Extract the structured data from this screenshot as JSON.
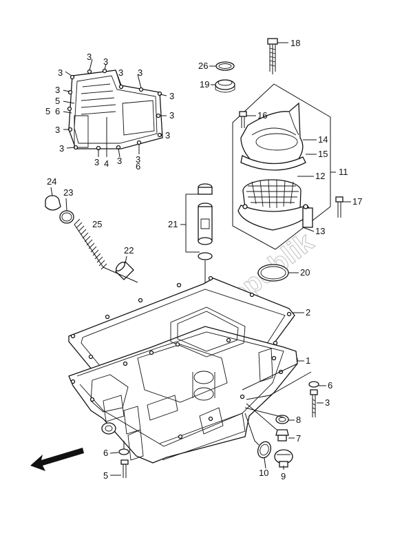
{
  "watermark": "PartsRepublik",
  "callouts": {
    "n1": "1",
    "n2": "2",
    "n3": "3",
    "n4": "4",
    "n5": "5",
    "n6": "6",
    "n7": "7",
    "n8": "8",
    "n9": "9",
    "n10": "10",
    "n11": "11",
    "n12": "12",
    "n13": "13",
    "n14": "14",
    "n15": "15",
    "n16": "16",
    "n17": "17",
    "n18": "18",
    "n19": "19",
    "n20": "20",
    "n21": "21",
    "n22": "22",
    "n23": "23",
    "n24": "24",
    "n25": "25",
    "n26": "26"
  },
  "front_arrow_icon": "arrow-down-left-icon"
}
